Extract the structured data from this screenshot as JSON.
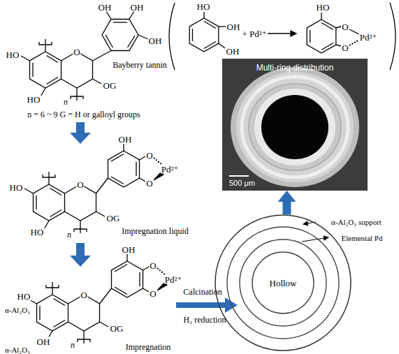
{
  "diagram": {
    "nodes": [
      {
        "text": [
          "Multi-ring distribution",
          "500 μm"
        ]
      },
      {
        "text": [
          "Hollow"
        ]
      }
    ],
    "edges": [
      {
        "from": 1,
        "to": 0,
        "arrow": "to"
      }
    ],
    "labels": [
      "OH",
      "OH",
      "OH",
      "HO",
      "O",
      "Bayberry tannin",
      "HO",
      "OG",
      "n",
      "n = 6 ~ 9 G = H or galloyl groups",
      "HO",
      "OH",
      "OH",
      "+ Pd²⁺",
      "HO",
      "O",
      "O",
      "Pd²⁺",
      "OH",
      "O",
      "O",
      "Pd²⁺",
      "HO",
      "O",
      "OG",
      "HO",
      "n",
      "Impregnation liquid",
      "OH",
      "O",
      "O",
      "Pd²⁺",
      "HO",
      "α-Al₂O₃",
      "O",
      "OG",
      "OH",
      "α-Al₂O₃",
      "n",
      "Impregnation",
      "Calcination",
      "H₂ reduction",
      "α-Al₂O₃ support",
      "Elemental Pd"
    ]
  }
}
